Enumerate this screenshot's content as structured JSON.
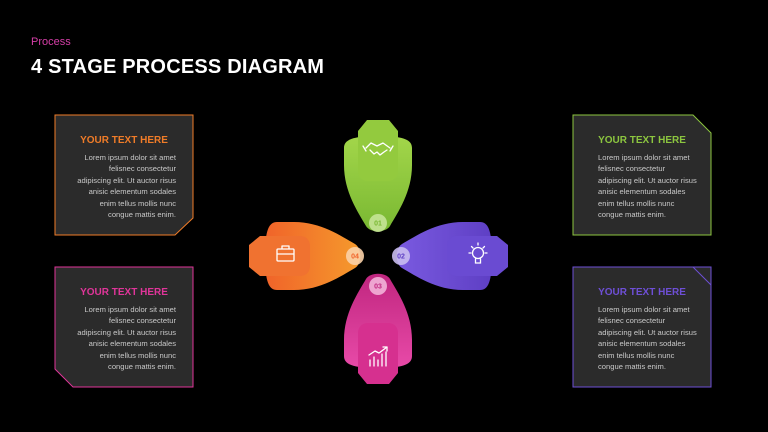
{
  "header": {
    "subtitle": "Process",
    "title": "4 STAGE PROCESS DIAGRAM"
  },
  "cards": [
    {
      "heading": "YOUR TEXT HERE",
      "color": "#f07c28",
      "body": "Lorem ipsum dolor sit amet felisnec consectetur adipiscing elit. Ut auctor risus anisic elementum sodales enim tellus mollis nunc congue mattis enim."
    },
    {
      "heading": "YOUR TEXT HERE",
      "color": "#e0359a",
      "body": "Lorem ipsum dolor sit amet felisnec consectetur adipiscing elit. Ut auctor risus anisic elementum sodales enim tellus mollis nunc congue mattis enim."
    },
    {
      "heading": "YOUR TEXT HERE",
      "color": "#8cc63f",
      "body": "Lorem ipsum dolor sit amet felisnec consectetur adipiscing elit. Ut auctor risus anisic elementum sodales enim tellus mollis nunc congue mattis enim."
    },
    {
      "heading": "YOUR TEXT HERE",
      "color": "#6e4fd6",
      "body": "Lorem ipsum dolor sit amet felisnec consectetur adipiscing elit. Ut auctor risus anisic elementum sodales enim tellus mollis nunc congue mattis enim."
    }
  ],
  "stages": [
    {
      "number": "01",
      "icon": "handshake-icon",
      "color": "#8cc63f"
    },
    {
      "number": "02",
      "icon": "lightbulb-icon",
      "color": "#6e4fd6"
    },
    {
      "number": "03",
      "icon": "chart-growth-icon",
      "color": "#e0359a"
    },
    {
      "number": "04",
      "icon": "briefcase-icon",
      "color": "#f07c28"
    }
  ],
  "colors": {
    "background": "#000000",
    "card_fill": "#2b2b2b",
    "subtitle": "#d63fa8"
  }
}
